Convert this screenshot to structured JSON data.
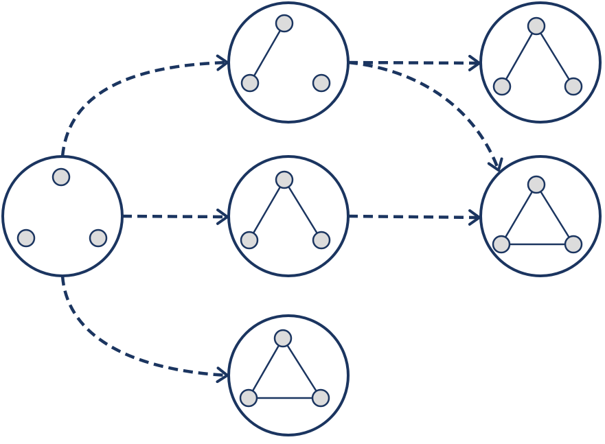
{
  "colors": {
    "stroke": "#1b3560",
    "node_fill": "#dcdcdc",
    "background": "#ffffff"
  },
  "states": [
    {
      "id": "s0",
      "nodes": 3,
      "edges": []
    },
    {
      "id": "s1a",
      "nodes": 3,
      "edges": [
        [
          0,
          1
        ]
      ]
    },
    {
      "id": "s1b",
      "nodes": 3,
      "edges": [
        [
          0,
          1
        ],
        [
          0,
          2
        ]
      ]
    },
    {
      "id": "s1c",
      "nodes": 3,
      "edges": [
        [
          0,
          1
        ],
        [
          0,
          2
        ],
        [
          1,
          2
        ]
      ]
    },
    {
      "id": "s2a",
      "nodes": 3,
      "edges": [
        [
          0,
          1
        ],
        [
          0,
          2
        ]
      ]
    },
    {
      "id": "s2b",
      "nodes": 3,
      "edges": [
        [
          0,
          1
        ],
        [
          0,
          2
        ],
        [
          1,
          2
        ]
      ]
    }
  ],
  "transitions": [
    {
      "from": "s0",
      "to": "s1a",
      "style": "dashed",
      "shape": "curved"
    },
    {
      "from": "s0",
      "to": "s1b",
      "style": "dashed",
      "shape": "straight"
    },
    {
      "from": "s0",
      "to": "s1c",
      "style": "dashed",
      "shape": "curved"
    },
    {
      "from": "s1a",
      "to": "s2a",
      "style": "dashed",
      "shape": "straight"
    },
    {
      "from": "s1a",
      "to": "s2b",
      "style": "dashed",
      "shape": "curved"
    },
    {
      "from": "s1b",
      "to": "s2b",
      "style": "dashed",
      "shape": "straight"
    }
  ]
}
